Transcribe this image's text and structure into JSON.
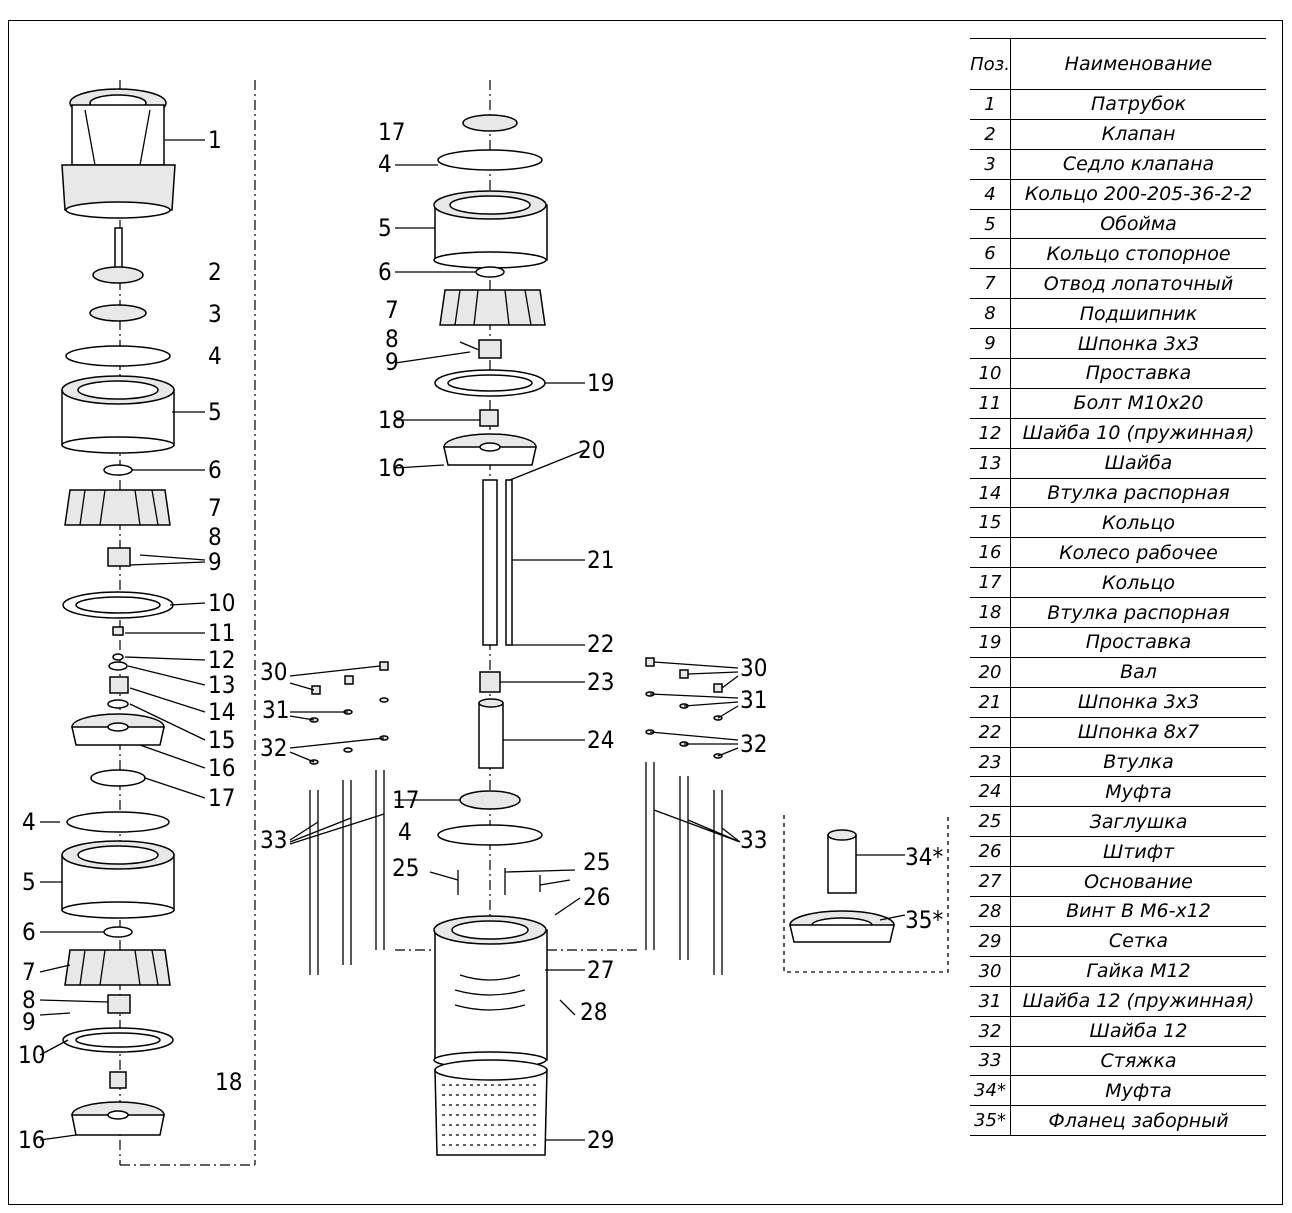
{
  "table": {
    "header": {
      "pos": "Поз.",
      "name": "Наименование"
    },
    "rows": [
      {
        "pos": "1",
        "name": "Патрубок"
      },
      {
        "pos": "2",
        "name": "Клапан"
      },
      {
        "pos": "3",
        "name": "Седло клапана"
      },
      {
        "pos": "4",
        "name": "Кольцо 200-205-36-2-2"
      },
      {
        "pos": "5",
        "name": "Обойма"
      },
      {
        "pos": "6",
        "name": "Кольцо стопорное"
      },
      {
        "pos": "7",
        "name": "Отвод лопаточный"
      },
      {
        "pos": "8",
        "name": "Подшипник"
      },
      {
        "pos": "9",
        "name": "Шпонка 3х3"
      },
      {
        "pos": "10",
        "name": "Проставка"
      },
      {
        "pos": "11",
        "name": "Болт М10х20"
      },
      {
        "pos": "12",
        "name": "Шайба 10 (пружинная)"
      },
      {
        "pos": "13",
        "name": "Шайба"
      },
      {
        "pos": "14",
        "name": "Втулка распорная"
      },
      {
        "pos": "15",
        "name": "Кольцо"
      },
      {
        "pos": "16",
        "name": "Колесо рабочее"
      },
      {
        "pos": "17",
        "name": "Кольцо"
      },
      {
        "pos": "18",
        "name": "Втулка распорная"
      },
      {
        "pos": "19",
        "name": "Проставка"
      },
      {
        "pos": "20",
        "name": "Вал"
      },
      {
        "pos": "21",
        "name": "Шпонка 3х3"
      },
      {
        "pos": "22",
        "name": "Шпонка 8х7"
      },
      {
        "pos": "23",
        "name": "Втулка"
      },
      {
        "pos": "24",
        "name": "Муфта"
      },
      {
        "pos": "25",
        "name": "Заглушка"
      },
      {
        "pos": "26",
        "name": "Штифт"
      },
      {
        "pos": "27",
        "name": "Основание"
      },
      {
        "pos": "28",
        "name": "Винт В М6-х12"
      },
      {
        "pos": "29",
        "name": "Сетка"
      },
      {
        "pos": "30",
        "name": "Гайка М12"
      },
      {
        "pos": "31",
        "name": "Шайба 12 (пружинная)"
      },
      {
        "pos": "32",
        "name": "Шайба 12"
      },
      {
        "pos": "33",
        "name": "Стяжка"
      },
      {
        "pos": "34*",
        "name": "Муфта"
      },
      {
        "pos": "35*",
        "name": "Фланец заборный"
      }
    ]
  },
  "callouts": {
    "left": [
      "1",
      "2",
      "3",
      "4",
      "5",
      "6",
      "7",
      "8",
      "9",
      "10",
      "11",
      "12",
      "13",
      "14",
      "15",
      "16",
      "17",
      "4",
      "5",
      "6",
      "7",
      "8",
      "9",
      "10",
      "18",
      "16"
    ],
    "center": [
      "17",
      "4",
      "5",
      "6",
      "7",
      "8",
      "9",
      "19",
      "18",
      "16",
      "20",
      "21",
      "22",
      "23",
      "24",
      "17",
      "4",
      "25",
      "25",
      "26",
      "27",
      "28",
      "29"
    ],
    "side_left": [
      "30",
      "31",
      "32",
      "33"
    ],
    "side_right": [
      "30",
      "31",
      "32",
      "33"
    ],
    "optional": [
      "34*",
      "35*"
    ]
  }
}
